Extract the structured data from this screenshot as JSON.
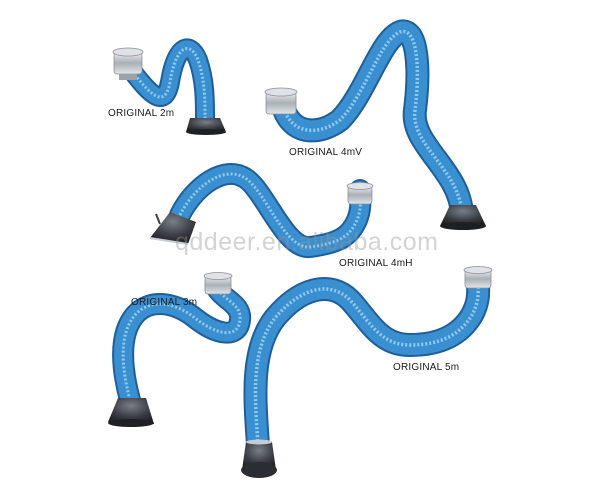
{
  "colors": {
    "hose": "#3a8fd0",
    "hose_highlight": "#8fcaf0",
    "hose_shadow": "#1f5f99",
    "hood": "#3b3f45",
    "hood_rim": "#c7ccd2",
    "flange": "#c9cdd2",
    "background": "#ffffff"
  },
  "products": [
    {
      "id": "2m",
      "label": "ORIGINAL 2m"
    },
    {
      "id": "4mV",
      "label": "ORIGINAL 4mV"
    },
    {
      "id": "4mH",
      "label": "ORIGINAL 4mH"
    },
    {
      "id": "3m",
      "label": "ORIGINAL 3m"
    },
    {
      "id": "5m",
      "label": "ORIGINAL 5m"
    }
  ],
  "watermark": "qddeer.en.alibaba.com"
}
